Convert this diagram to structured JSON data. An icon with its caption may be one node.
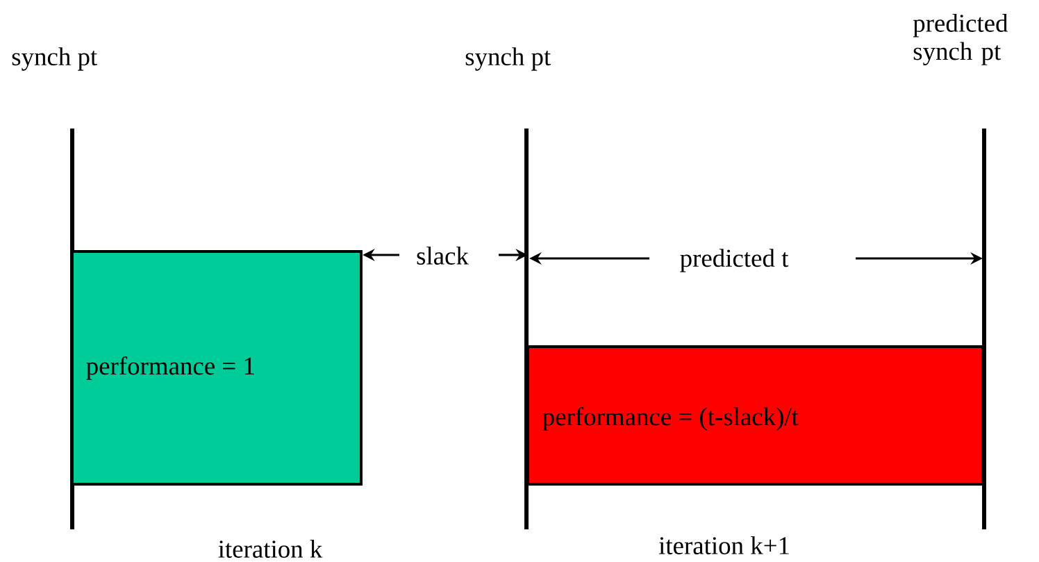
{
  "diagram": {
    "nodes": [
      {
        "text": [
          "performance = 1"
        ]
      },
      {
        "text": [
          "performance = (t-slack)/t"
        ]
      }
    ],
    "edges": [],
    "labels": [
      "synch pt",
      "synch pt",
      "predicted synch pt",
      "slack",
      "predicted t",
      "iteration k",
      "iteration k+1"
    ]
  }
}
